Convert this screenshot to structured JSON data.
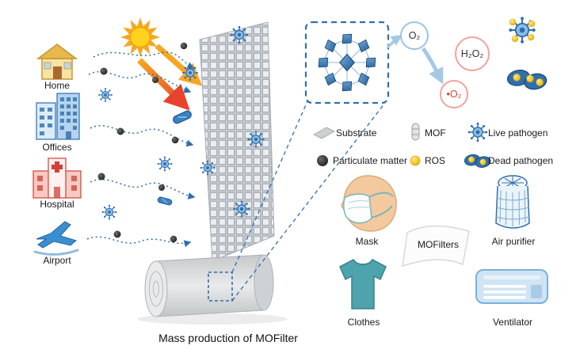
{
  "figure": {
    "caption": "Mass production of MOFilter"
  },
  "sources": [
    {
      "label": "Home",
      "icon": "house-icon"
    },
    {
      "label": "Offices",
      "icon": "office-buildings-icon"
    },
    {
      "label": "Hospital",
      "icon": "hospital-icon"
    },
    {
      "label": "Airport",
      "icon": "airplane-icon"
    }
  ],
  "reaction": {
    "oxygen": "O₂",
    "hydrogen_peroxide": "H₂O₂",
    "superoxide": "•O₂"
  },
  "legend": {
    "items": [
      {
        "label": "Substrate",
        "icon": "substrate-icon"
      },
      {
        "label": "MOF",
        "icon": "mof-icon"
      },
      {
        "label": "Live pathogen",
        "icon": "live-pathogen-icon"
      },
      {
        "label": "Particulate matter",
        "icon": "particulate-matter-icon"
      },
      {
        "label": "ROS",
        "icon": "ros-icon"
      },
      {
        "label": "Dead pathogen",
        "icon": "dead-pathogen-icon"
      }
    ]
  },
  "applications": {
    "center_label": "MOFilters",
    "items": [
      {
        "label": "Mask",
        "icon": "mask-icon"
      },
      {
        "label": "Air purifier",
        "icon": "air-purifier-icon"
      },
      {
        "label": "Clothes",
        "icon": "clothes-icon"
      },
      {
        "label": "Ventilator",
        "icon": "ventilator-icon"
      }
    ]
  },
  "colors": {
    "accent_blue": "#2f6fae",
    "light_blue": "#9cc3e4",
    "teal": "#4fa3ad",
    "sun_yellow": "#ffd21f",
    "heat_orange": "#f6a623",
    "heat_red": "#e8432c",
    "ros_yellow": "#f0b400",
    "pink_outline": "#f2a29c",
    "substrate_gray": "#cdd0d2"
  }
}
